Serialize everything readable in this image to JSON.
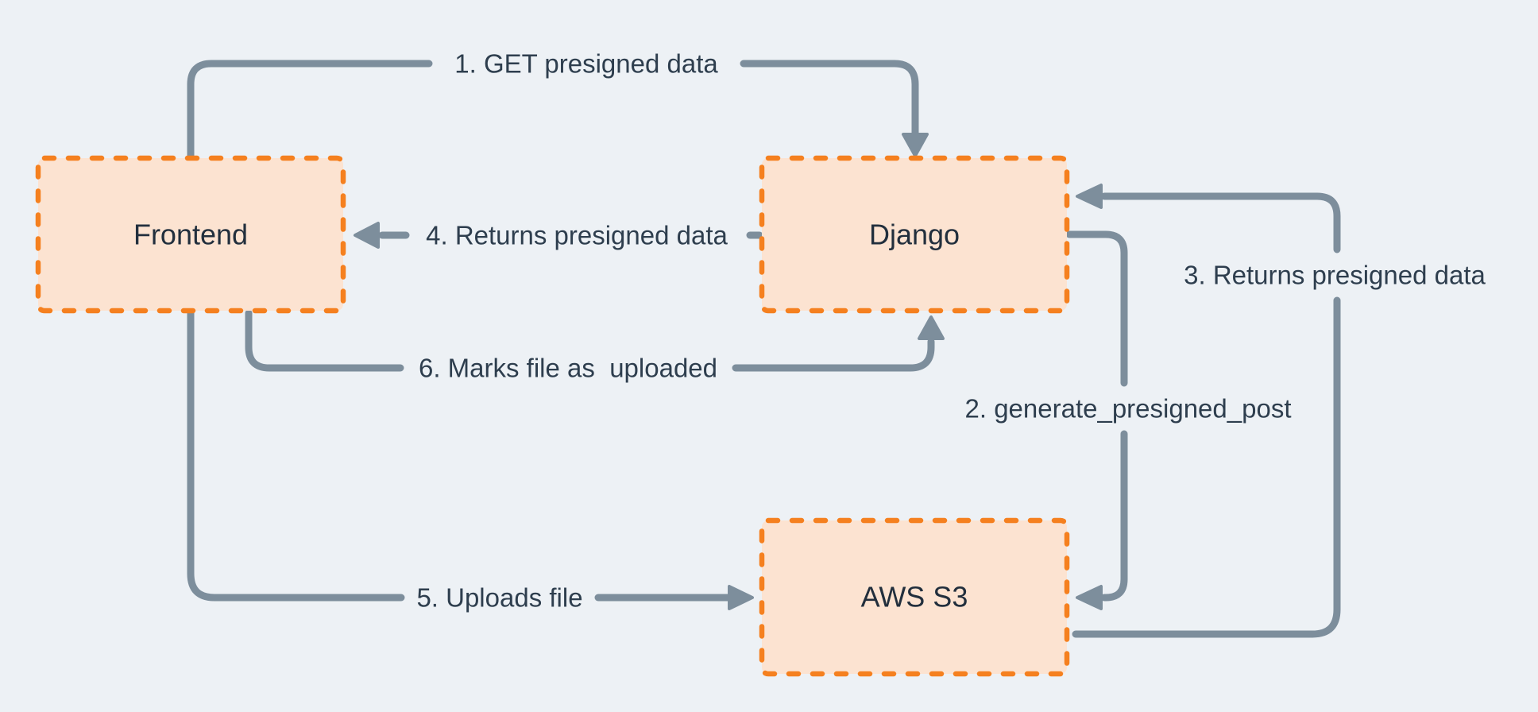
{
  "diagram": {
    "type": "flow-diagram",
    "colors": {
      "background": "#edf1f5",
      "node_fill": "#fce3d1",
      "node_border": "#f5801f",
      "edge_line": "#7d8e9c",
      "edge_label_text": "#2e3e4e",
      "node_label_text": "#222f3d"
    },
    "nodes": {
      "frontend": {
        "label": "Frontend"
      },
      "django": {
        "label": "Django"
      },
      "aws_s3": {
        "label": "AWS S3"
      }
    },
    "edges": {
      "e1": {
        "label": "1. GET presigned data",
        "from": "Frontend",
        "to": "Django"
      },
      "e2": {
        "label": "2. generate_presigned_post",
        "from": "Django",
        "to": "AWS S3"
      },
      "e3": {
        "label": "3. Returns presigned data",
        "from": "AWS S3",
        "to": "Django"
      },
      "e4": {
        "label": "4. Returns presigned data",
        "from": "Django",
        "to": "Frontend"
      },
      "e5": {
        "label": "5. Uploads file",
        "from": "Frontend",
        "to": "AWS S3"
      },
      "e6": {
        "label": "6. Marks file as  uploaded",
        "from": "Frontend",
        "to": "Django"
      }
    }
  }
}
